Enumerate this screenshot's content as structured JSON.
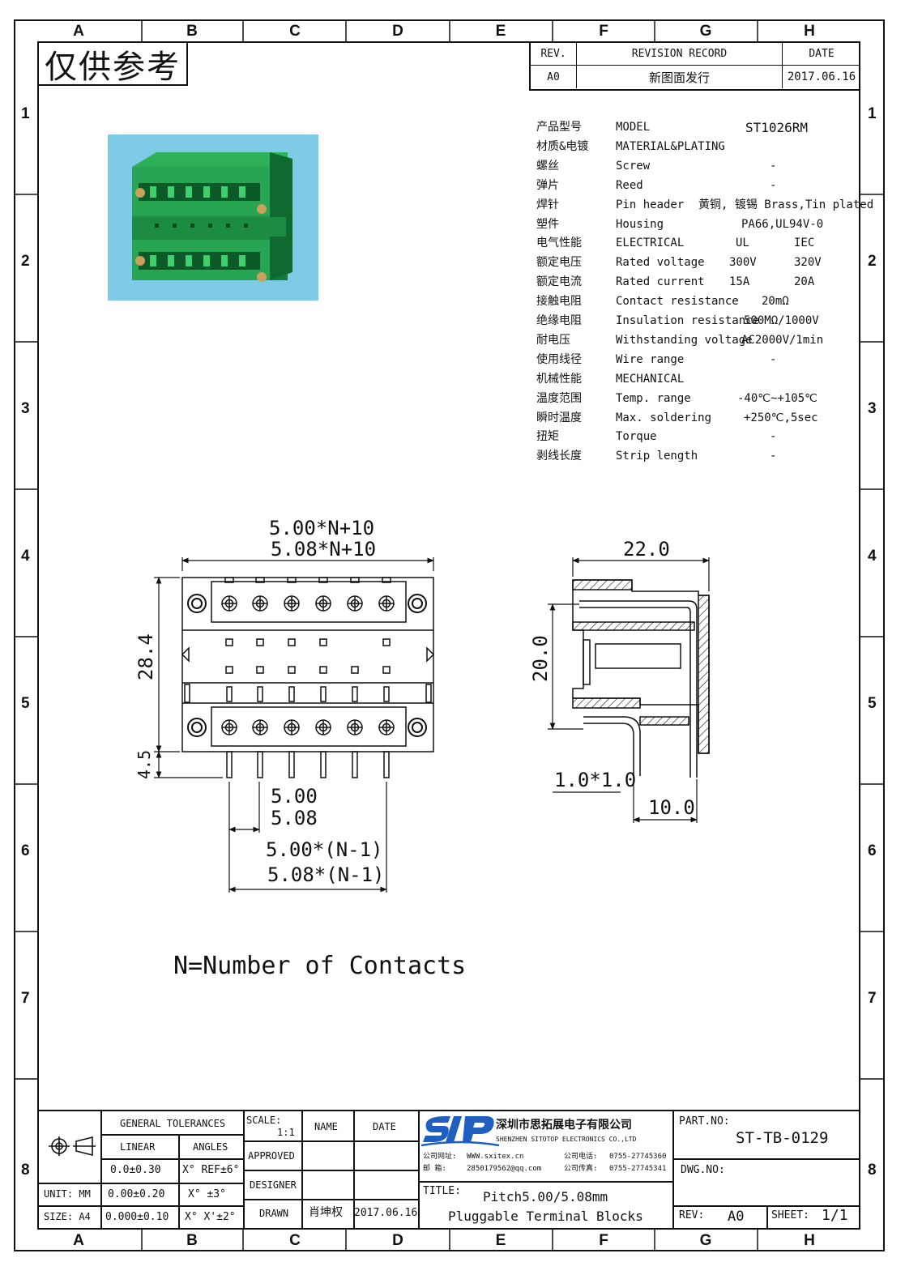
{
  "zones": {
    "letters": [
      "A",
      "B",
      "C",
      "D",
      "E",
      "F",
      "G",
      "H"
    ],
    "numbers": [
      "1",
      "2",
      "3",
      "4",
      "5",
      "6",
      "7",
      "8"
    ]
  },
  "stamp": "仅供参考",
  "revision": {
    "rev_header": "REV.",
    "record_header": "REVISION RECORD",
    "date_header": "DATE",
    "rev": "A0",
    "record": "新图面发行",
    "date": "2017.06.16"
  },
  "specs": [
    {
      "cn": "产品型号",
      "en": "MODEL",
      "v1": "ST1026RM",
      "v2": ""
    },
    {
      "cn": "材质&电镀",
      "en": "MATERIAL&PLATING",
      "v1": "",
      "v2": ""
    },
    {
      "cn": "螺丝",
      "en": "Screw",
      "v1": "-",
      "v2": ""
    },
    {
      "cn": "弹片",
      "en": "Reed",
      "v1": "-",
      "v2": ""
    },
    {
      "cn": "焊针",
      "en": "Pin header",
      "v1": "黄铜, 镀锡 Brass,Tin plated",
      "v2": ""
    },
    {
      "cn": "塑件",
      "en": "Housing",
      "v1": "PA66,UL94V-0",
      "v2": ""
    },
    {
      "cn": "电气性能",
      "en": "ELECTRICAL",
      "v1": "UL",
      "v2": "IEC"
    },
    {
      "cn": "额定电压",
      "en": "Rated voltage",
      "v1": "300V",
      "v2": "320V"
    },
    {
      "cn": "额定电流",
      "en": "Rated current",
      "v1": "15A",
      "v2": "20A"
    },
    {
      "cn": "接触电阻",
      "en": "Contact resistance",
      "v1": "20mΩ",
      "v2": ""
    },
    {
      "cn": "绝缘电阻",
      "en": "Insulation resistance",
      "v1": "500MΩ/1000V",
      "v2": ""
    },
    {
      "cn": "耐电压",
      "en": "Withstanding voltage",
      "v1": "AC2000V/1min",
      "v2": ""
    },
    {
      "cn": "使用线径",
      "en": "Wire range",
      "v1": "-",
      "v2": ""
    },
    {
      "cn": "机械性能",
      "en": "MECHANICAL",
      "v1": "",
      "v2": ""
    },
    {
      "cn": "温度范围",
      "en": "Temp. range",
      "v1": "-40℃~+105℃",
      "v2": ""
    },
    {
      "cn": "瞬时温度",
      "en": "Max. soldering",
      "v1": "+250℃,5sec",
      "v2": ""
    },
    {
      "cn": "扭矩",
      "en": "Torque",
      "v1": "-",
      "v2": ""
    },
    {
      "cn": "剥线长度",
      "en": "Strip length",
      "v1": "-",
      "v2": ""
    }
  ],
  "dims": {
    "width_a": "5.00*N+10",
    "width_b": "5.08*N+10",
    "height": "28.4",
    "pin_len": "4.5",
    "pitch_a": "5.00",
    "pitch_b": "5.08",
    "span_a": "5.00*(N-1)",
    "span_b": "5.08*(N-1)",
    "side_width": "22.0",
    "side_height": "20.0",
    "pin_section": "1.0*1.0",
    "pin_offset": "10.0"
  },
  "note": "N=Number of Contacts",
  "title_block": {
    "general_tolerances": "GENERAL TOLERANCES",
    "linear": "LINEAR",
    "angles": "ANGLES",
    "tol_rows": [
      {
        "linear": "0.0±0.30",
        "angle": "X° REF±6°"
      },
      {
        "linear": "0.00±0.20",
        "angle": "X° ±3°"
      },
      {
        "linear": "0.000±0.10",
        "angle": "X° X'±2°"
      }
    ],
    "unit": "UNIT: MM",
    "size": "SIZE: A4",
    "scale_label": "SCALE:",
    "scale_value": "1:1",
    "name_header": "NAME",
    "date_header": "DATE",
    "approved": "APPROVED",
    "designer": "DESIGNER",
    "drawn": "DRAWN",
    "drawn_name": "肖坤权",
    "drawn_date": "2017.06.16",
    "company_cn": "深圳市思拓展电子有限公司",
    "company_en": "SHENZHEN SITOTOP ELECTRONICS CO.,LTD",
    "web_label": "公司网址:",
    "web": "WWW.sxitex.cn",
    "tel_label": "公司电话:",
    "tel": "0755-27745360",
    "mail_label": "邮 箱:",
    "mail": "2850179562@qq.com",
    "fax_label": "公司传真:",
    "fax": "0755-27745341",
    "title_label": "TITLE:",
    "title_line1": "Pitch5.00/5.08mm",
    "title_line2": "Pluggable Terminal Blocks",
    "part_no_label": "PART.NO:",
    "part_no": "ST-TB-0129",
    "dwg_no_label": "DWG.NO:",
    "rev_label": "REV:",
    "rev": "A0",
    "sheet_label": "SHEET:",
    "sheet": "1/1"
  },
  "colors": {
    "housing_green": "#1f9a4a",
    "photo_bg": "#7ecbe8",
    "line": "#111111"
  }
}
